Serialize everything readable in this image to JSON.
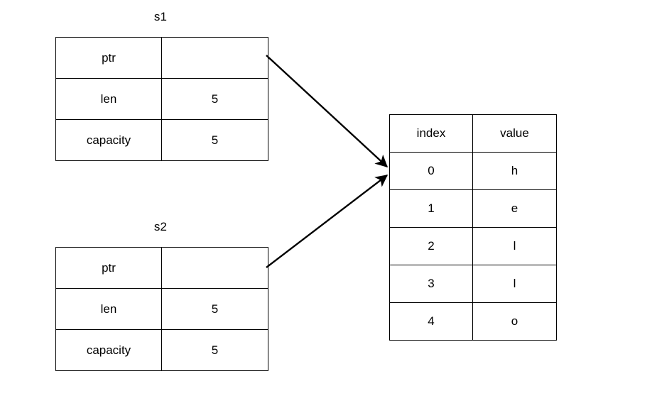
{
  "diagram": {
    "title": "",
    "stroke_color": "#000000",
    "background_color": "#ffffff"
  },
  "structs": [
    {
      "name": "s1",
      "rows": [
        {
          "field": "ptr",
          "value": ""
        },
        {
          "field": "len",
          "value": "5"
        },
        {
          "field": "capacity",
          "value": "5"
        }
      ]
    },
    {
      "name": "s2",
      "rows": [
        {
          "field": "ptr",
          "value": ""
        },
        {
          "field": "len",
          "value": "5"
        },
        {
          "field": "capacity",
          "value": "5"
        }
      ]
    }
  ],
  "buffer": {
    "headers": {
      "index": "index",
      "value": "value"
    },
    "rows": [
      {
        "index": "0",
        "value": "h"
      },
      {
        "index": "1",
        "value": "e"
      },
      {
        "index": "2",
        "value": "l"
      },
      {
        "index": "3",
        "value": "l"
      },
      {
        "index": "4",
        "value": "o"
      }
    ]
  },
  "arrows": [
    {
      "name": "s1-ptr-to-buffer",
      "from": "s1.ptr",
      "to": "buffer"
    },
    {
      "name": "s2-ptr-to-buffer",
      "from": "s2.ptr",
      "to": "buffer"
    }
  ]
}
